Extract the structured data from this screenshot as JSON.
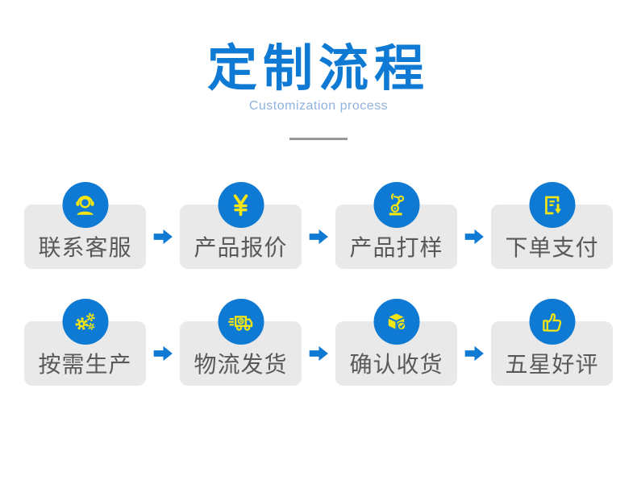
{
  "colors": {
    "accent_blue": "#0e7ad3",
    "icon_yellow": "#f3e614",
    "box_background": "#e9e9e9",
    "box_text": "#595959",
    "subtitle_blue": "#8fb3de",
    "divider_gray": "#999999"
  },
  "header": {
    "title": "定制流程",
    "subtitle": "Customization process"
  },
  "steps": [
    {
      "label": "联系客服",
      "icon": "customer-service-headset-icon"
    },
    {
      "label": "产品报价",
      "icon": "yuan-price-icon"
    },
    {
      "label": "产品打样",
      "icon": "robot-arm-icon"
    },
    {
      "label": "下单支付",
      "icon": "order-payment-icon"
    },
    {
      "label": "按需生产",
      "icon": "gears-icon"
    },
    {
      "label": "物流发货",
      "icon": "delivery-truck-icon"
    },
    {
      "label": "确认收货",
      "icon": "package-check-icon"
    },
    {
      "label": "五星好评",
      "icon": "thumbs-up-icon"
    }
  ]
}
